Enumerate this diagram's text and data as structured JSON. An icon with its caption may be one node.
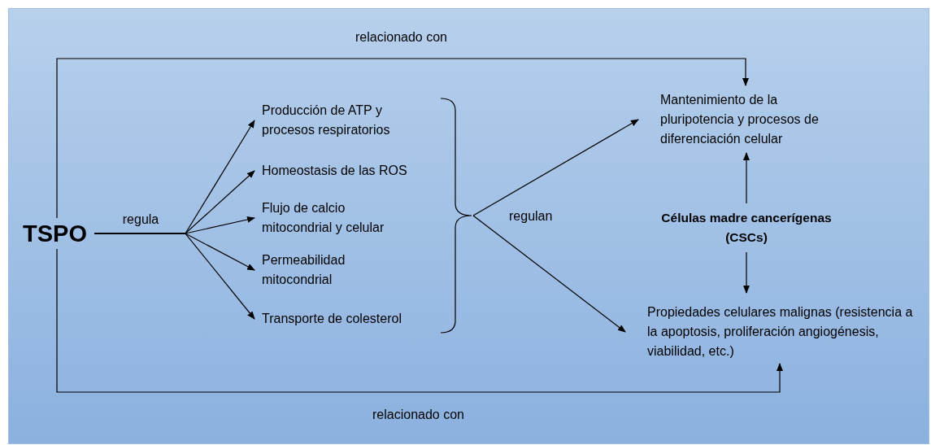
{
  "diagram": {
    "nodes": [
      {
        "text": [
          "TSPO"
        ]
      },
      {
        "text": [
          "Producción de ATP y procesos respiratorios"
        ]
      },
      {
        "text": [
          "Homeostasis de las ROS"
        ]
      },
      {
        "text": [
          "Flujo de calcio mitocondrial y celular"
        ]
      },
      {
        "text": [
          "Permeabilidad mitocondrial"
        ]
      },
      {
        "text": [
          "Transporte de colesterol"
        ]
      },
      {
        "text": [],
        "shape": "brace"
      },
      {
        "text": [
          "Mantenimiento de la pluripotencia y procesos de diferenciación celular"
        ]
      },
      {
        "text": [
          "Células madre cancerígenas (CSCs)"
        ]
      },
      {
        "text": [
          "Propiedades celulares malignas (resistencia a la apoptosis, proliferación angiogénesis, viabilidad, etc.)"
        ]
      }
    ],
    "edges": [
      {
        "from": 0,
        "to": 1,
        "arrow": "to",
        "label": "regula"
      },
      {
        "from": 0,
        "to": 2,
        "arrow": "to"
      },
      {
        "from": 0,
        "to": 3,
        "arrow": "to"
      },
      {
        "from": 0,
        "to": 4,
        "arrow": "to"
      },
      {
        "from": 0,
        "to": 5,
        "arrow": "to"
      },
      {
        "from": 6,
        "to": 7,
        "arrow": "to"
      },
      {
        "from": 6,
        "to": 9,
        "arrow": "to"
      },
      {
        "from": 8,
        "to": 7,
        "arrow": "to"
      },
      {
        "from": 8,
        "to": 9,
        "arrow": "to"
      },
      {
        "from": 0,
        "to": 7,
        "arrow": "to",
        "label": "relacionado con"
      },
      {
        "from": 0,
        "to": 9,
        "arrow": "to",
        "label": "relacionado con"
      }
    ],
    "labels": [
      "regulan"
    ]
  }
}
